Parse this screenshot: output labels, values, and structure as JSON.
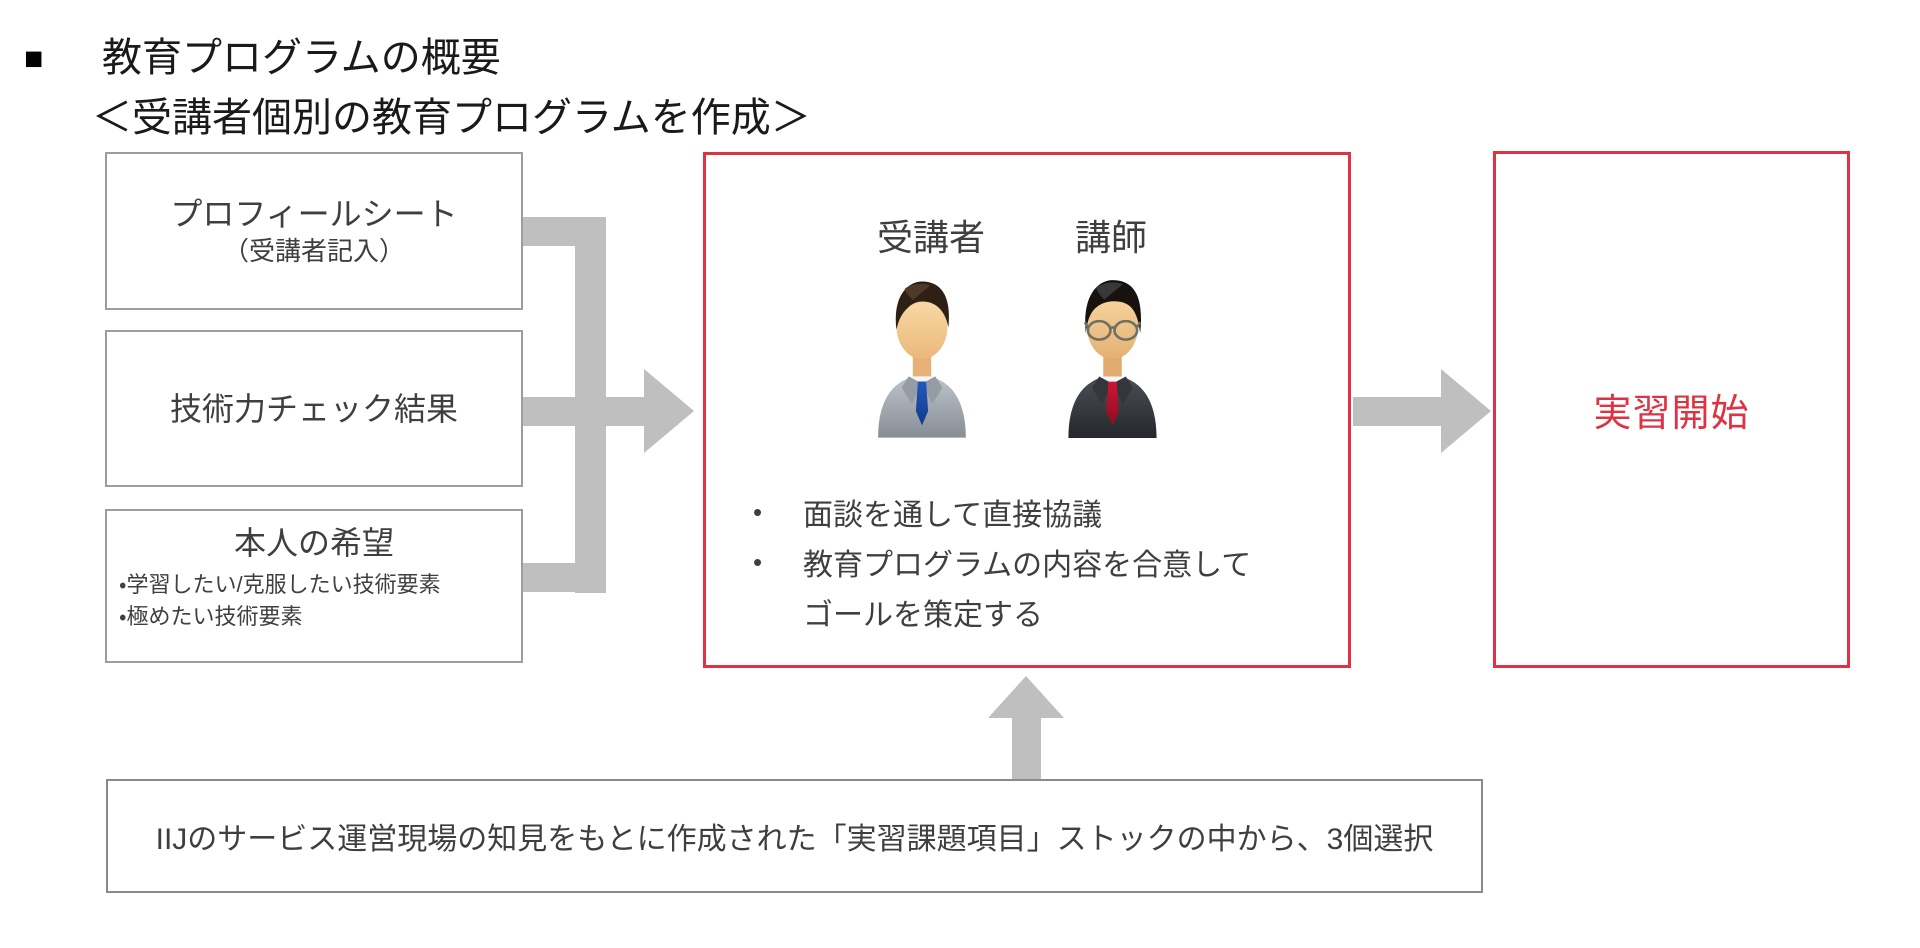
{
  "colors": {
    "accent_red": "#dd3342",
    "arrow_gray": "#bfbfbf",
    "box_border": "#9d9d9d",
    "stock_border": "#8a8a8a",
    "text_dark": "#3f3f3f",
    "title_black": "#1a1a1a"
  },
  "header": {
    "bullet": "■",
    "title": "教育プログラムの概要",
    "subtitle": "＜受講者個別の教育プログラムを作成＞"
  },
  "input_boxes": {
    "profile": {
      "label": "プロフィールシート",
      "sublabel": "（受講者記入）"
    },
    "skill_check": {
      "label": "技術力チェック結果"
    },
    "personal_wish": {
      "label": "本人の希望",
      "bullets": [
        "・学習したい/克服したい技術要素",
        "・極めたい技術要素"
      ]
    }
  },
  "meeting_box": {
    "participant_label": "受講者",
    "instructor_label": "講師",
    "bullet_marker": "•",
    "bullets": [
      {
        "line1": "面談を通して直接協議"
      },
      {
        "line1": "教育プログラムの内容を合意して",
        "line2": "ゴールを策定する"
      }
    ]
  },
  "result_box": {
    "label": "実習開始"
  },
  "stock_box": {
    "text": "IIJのサービス運営現場の知見をもとに作成された「実習課題項目」ストックの中から、3個選択"
  }
}
